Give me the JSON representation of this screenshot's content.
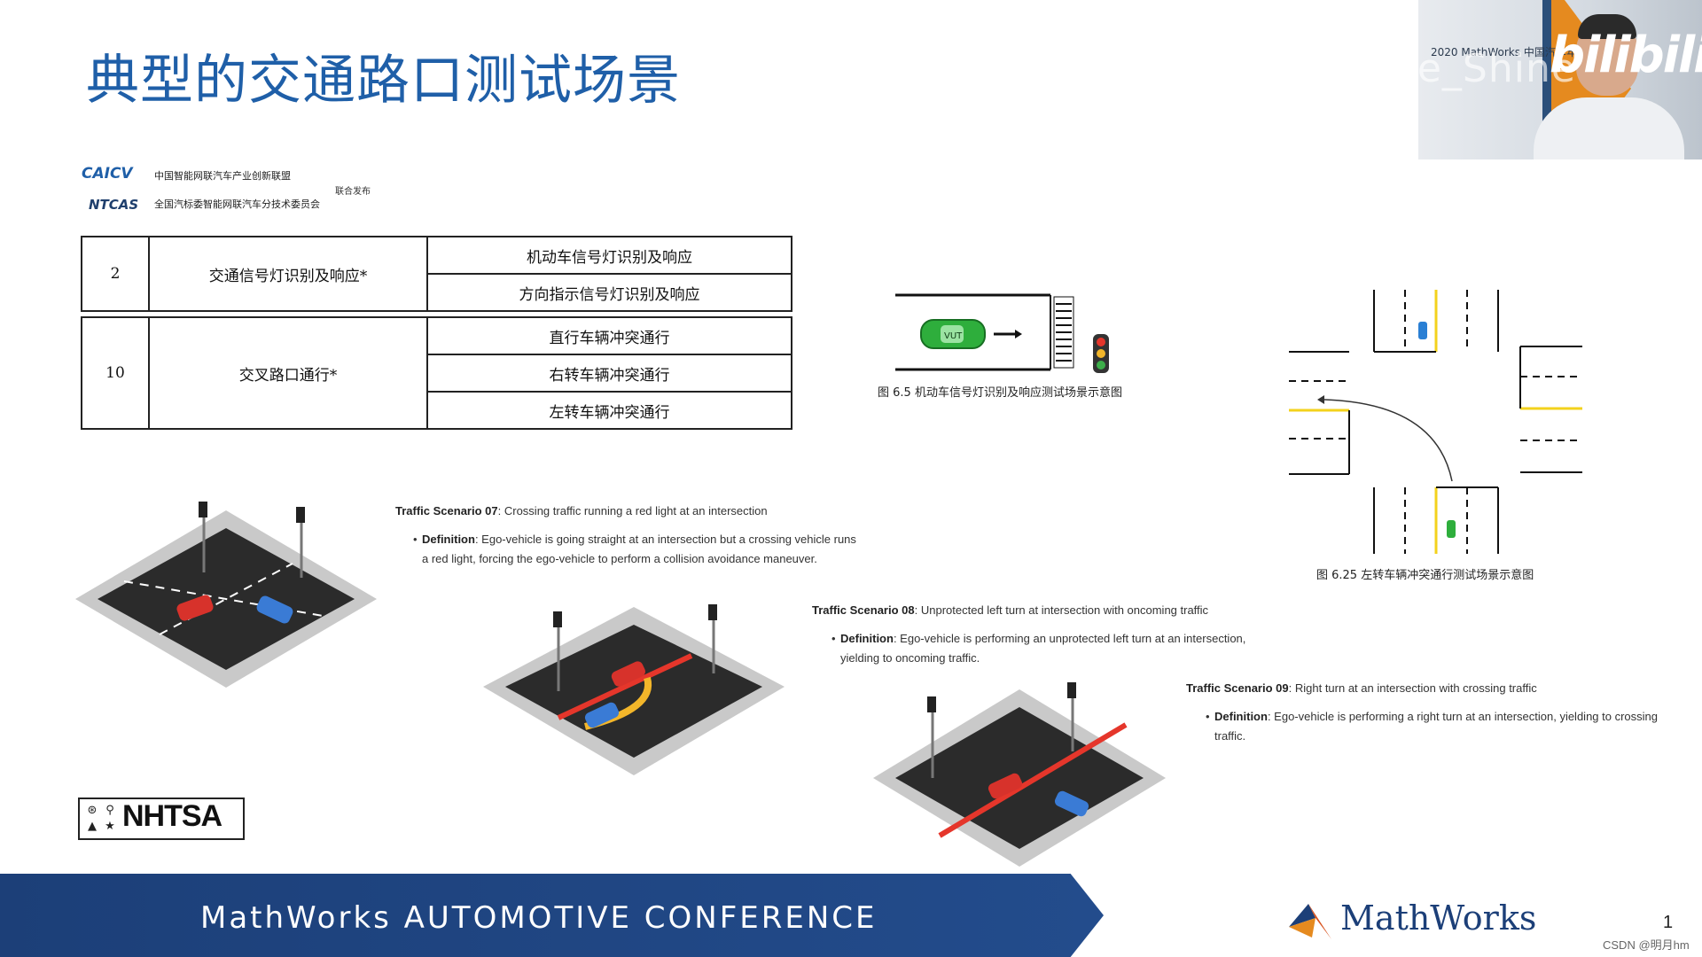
{
  "slide": {
    "title": "典型的交通路口测试场景",
    "page_number": "1"
  },
  "overlay": {
    "watermark": "Double_Shine",
    "platform_logo": "bilibili",
    "video_conference_text": "2020 MathWorks 中国汽车年会"
  },
  "logos": {
    "caicv_logo": "CAICV",
    "ntcas_logo": "NTCAS",
    "org1": "中国智能网联汽车产业创新联盟",
    "org2": "全国汽标委智能网联汽车分技术委员会",
    "joint_publish": "联合发布",
    "nhtsa_logo": "NHTSA"
  },
  "tables": {
    "group1": {
      "no": "2",
      "name": "交通信号灯识别及响应*",
      "items": [
        "机动车信号灯识别及响应",
        "方向指示信号灯识别及响应"
      ]
    },
    "group2": {
      "no": "10",
      "name": "交叉路口通行*",
      "items": [
        "直行车辆冲突通行",
        "右转车辆冲突通行",
        "左转车辆冲突通行"
      ]
    }
  },
  "figures": {
    "fig65_caption": "图 6.5   机动车信号灯识别及响应测试场景示意图",
    "fig65_vut_label": "VUT",
    "fig625_caption": "图 6.25   左转车辆冲突通行测试场景示意图"
  },
  "scenarios": [
    {
      "heading": "Traffic Scenario 07",
      "summary": "Crossing traffic running a red light at an intersection",
      "def_label": "Definition",
      "definition": "Ego-vehicle is going straight at an intersection but a crossing vehicle runs a red light, forcing the ego-vehicle to perform a collision avoidance maneuver."
    },
    {
      "heading": "Traffic Scenario 08",
      "summary": "Unprotected left turn at intersection with oncoming traffic",
      "def_label": "Definition",
      "definition": "Ego-vehicle is performing an unprotected left turn at an intersection, yielding to oncoming traffic."
    },
    {
      "heading": "Traffic Scenario 09",
      "summary": "Right turn at an intersection with crossing traffic",
      "def_label": "Definition",
      "definition": "Ego-vehicle is performing a right turn at an intersection, yielding to crossing traffic."
    }
  ],
  "footer": {
    "conference": "MathWorks AUTOMOTIVE CONFERENCE",
    "brand": "MathWorks",
    "credit": "CSDN @明月hm"
  },
  "colors": {
    "title_blue": "#1f5fa8",
    "footer_navy": "#1c3f78",
    "accent_orange": "#e58a1f"
  }
}
